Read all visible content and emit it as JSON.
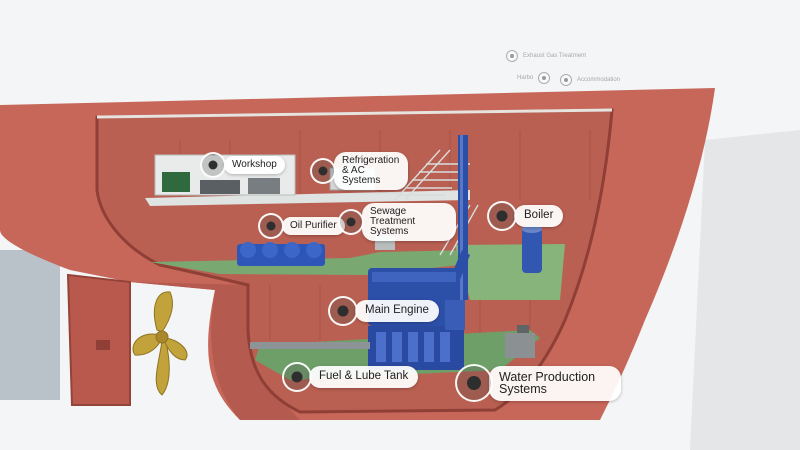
{
  "scene": {
    "colors": {
      "hull": "#c7675a",
      "hull_dark": "#a9493f",
      "interior_wall": "#b96052",
      "deck_green": "#79a870",
      "engine_blue": "#2c4fa8",
      "propeller": "#c2a23a",
      "background": "#f4f5f6"
    }
  },
  "hotspots": {
    "exhaust_gas": {
      "label": "Exhaust Gas Treatment"
    },
    "accommodation": {
      "label": "Accommodation"
    },
    "harbour": {
      "label": "Harbo"
    },
    "workshop": {
      "label": "Workshop"
    },
    "refrigeration": {
      "label": "Refrigeration & AC Systems"
    },
    "oil_purifier": {
      "label": "Oil Purifier"
    },
    "sewage": {
      "label": "Sewage Treatment Systems"
    },
    "boiler": {
      "label": "Boiler"
    },
    "main_engine": {
      "label": "Main Engine"
    },
    "fuel_lube": {
      "label": "Fuel & Lube Tank"
    },
    "water_production": {
      "label": "Water Production Systems"
    }
  }
}
